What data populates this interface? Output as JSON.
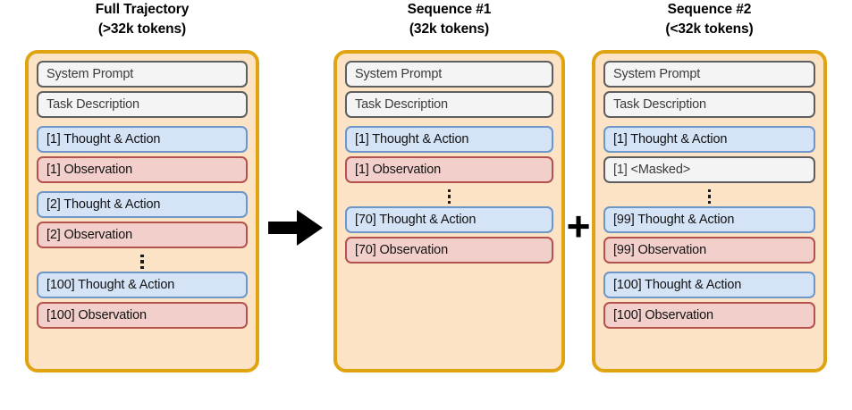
{
  "figure": {
    "kind": "trajectory-splitting-diagram"
  },
  "colors": {
    "panel_border": "#e0a410",
    "panel_fill": "#fce3c6",
    "gray_fill": "#f4f4f4",
    "gray_border": "#5e5e5e",
    "blue_fill": "#d5e3f7",
    "blue_border": "#6d97c9",
    "red_fill": "#f2cfca",
    "red_border": "#b4534d",
    "glyph": "#000000"
  },
  "connectors": {
    "arrow": {
      "name": "right-arrow-icon",
      "glyph": "→"
    },
    "plus": {
      "name": "plus-icon",
      "glyph": "+"
    }
  },
  "columns": [
    {
      "id": "full-trajectory",
      "title_line1": "Full Trajectory",
      "title_line2": "(>32k tokens)",
      "rows": [
        {
          "type": "gray",
          "label": "System Prompt"
        },
        {
          "type": "gray",
          "label": "Task Description"
        },
        {
          "type": "gap"
        },
        {
          "type": "blue",
          "label": "[1] Thought & Action"
        },
        {
          "type": "red",
          "label": "[1] Observation"
        },
        {
          "type": "gap"
        },
        {
          "type": "blue",
          "label": "[2] Thought & Action"
        },
        {
          "type": "red",
          "label": "[2] Observation"
        },
        {
          "type": "dots"
        },
        {
          "type": "blue",
          "label": "[100] Thought & Action"
        },
        {
          "type": "red",
          "label": "[100] Observation"
        }
      ]
    },
    {
      "id": "sequence-1",
      "title_line1": "Sequence #1",
      "title_line2": "(32k tokens)",
      "rows": [
        {
          "type": "gray",
          "label": "System Prompt"
        },
        {
          "type": "gray",
          "label": "Task Description"
        },
        {
          "type": "gap"
        },
        {
          "type": "blue",
          "label": "[1] Thought & Action"
        },
        {
          "type": "red",
          "label": "[1] Observation"
        },
        {
          "type": "dots"
        },
        {
          "type": "blue",
          "label": "[70] Thought & Action"
        },
        {
          "type": "red",
          "label": "[70] Observation"
        },
        {
          "type": "spacer"
        }
      ]
    },
    {
      "id": "sequence-2",
      "title_line1": "Sequence #2",
      "title_line2": "(<32k tokens)",
      "rows": [
        {
          "type": "gray",
          "label": "System Prompt"
        },
        {
          "type": "gray",
          "label": "Task Description"
        },
        {
          "type": "gap"
        },
        {
          "type": "blue",
          "label": "[1] Thought & Action"
        },
        {
          "type": "gray",
          "label": "[1] <Masked>"
        },
        {
          "type": "dots"
        },
        {
          "type": "blue",
          "label": "[99] Thought & Action"
        },
        {
          "type": "red",
          "label": "[99] Observation"
        },
        {
          "type": "gap"
        },
        {
          "type": "blue",
          "label": "[100] Thought & Action"
        },
        {
          "type": "red",
          "label": "[100] Observation"
        }
      ]
    }
  ]
}
